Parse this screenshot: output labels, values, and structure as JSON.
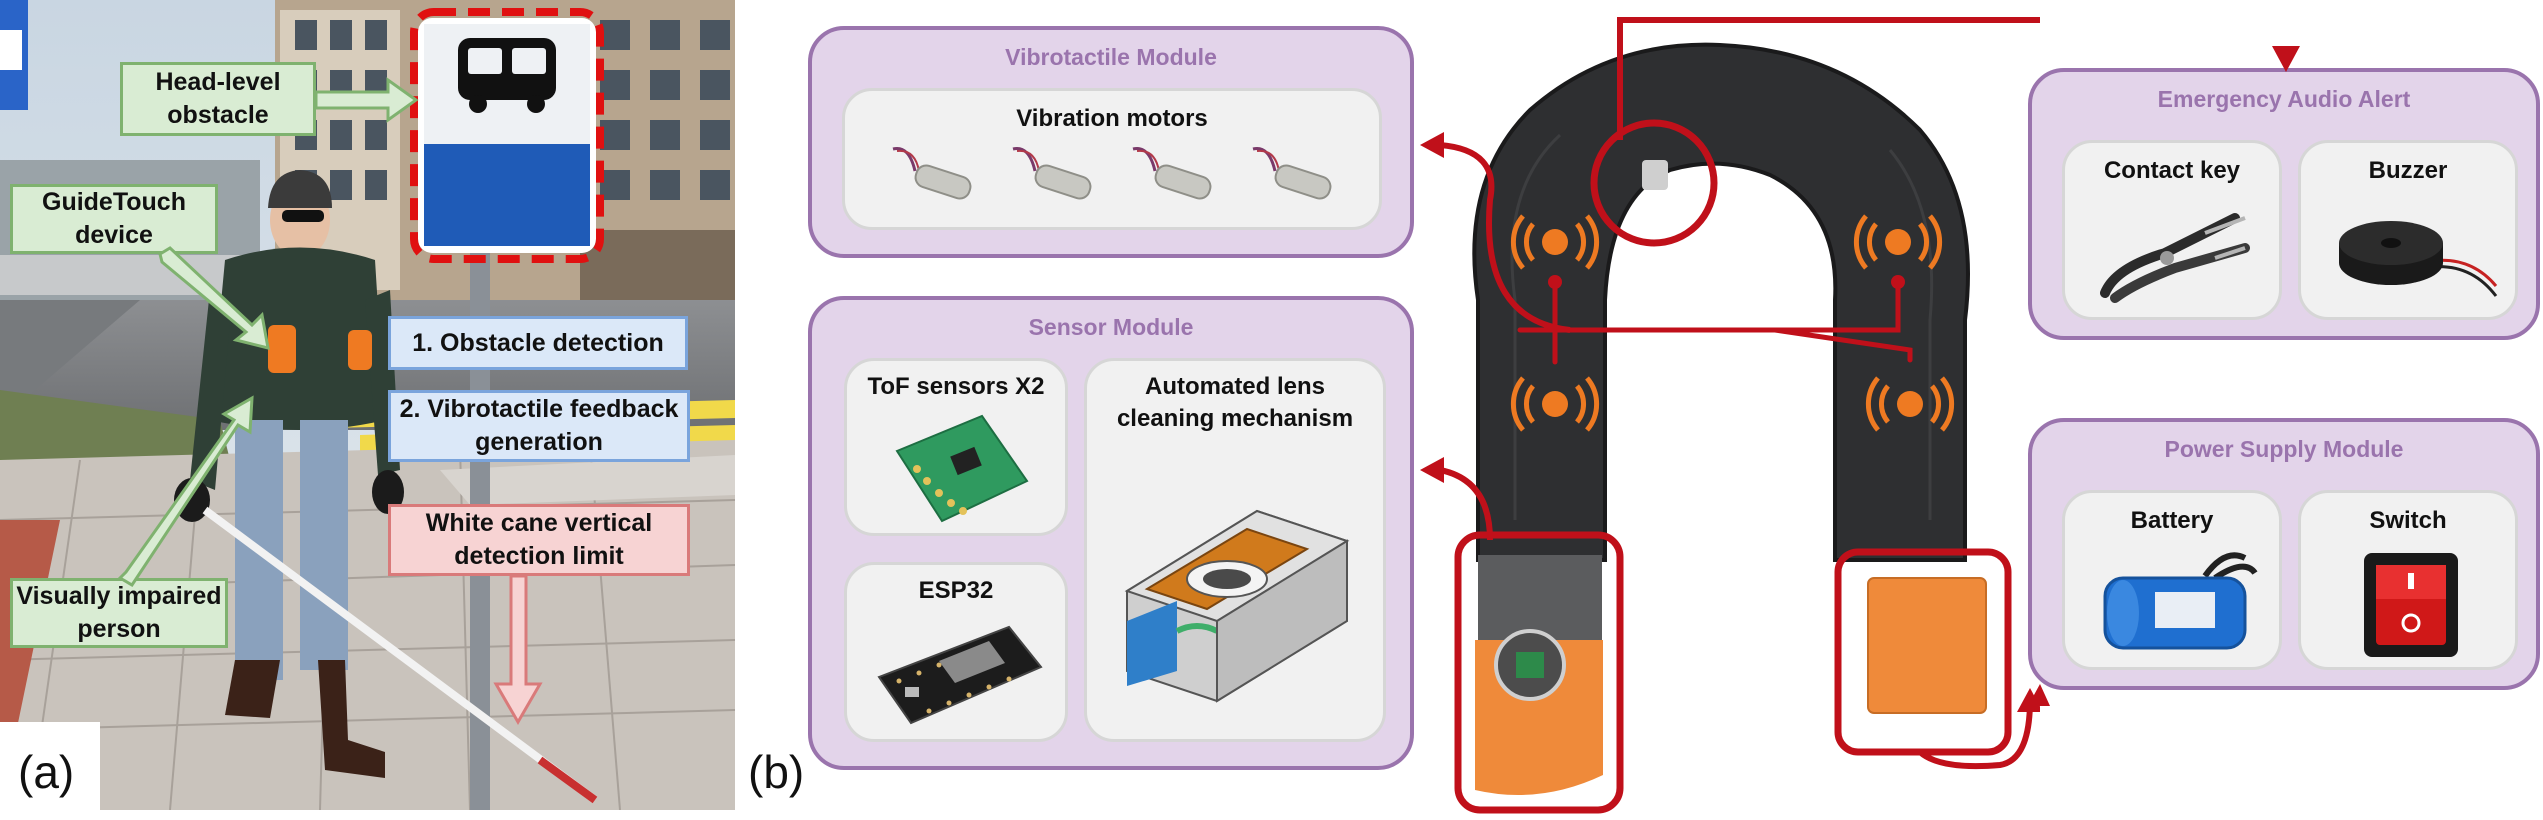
{
  "panels": {
    "a_label": "(a)",
    "b_label": "(b)"
  },
  "photo_labels": {
    "head_level": "Head-level obstacle",
    "guidetouch": "GuideTouch device",
    "impaired": "Visually impaired person",
    "obstacle_detection": "1. Obstacle detection",
    "vibro_feedback": "2. Vibrotactile feedback generation",
    "cane_limit": "White cane vertical detection limit"
  },
  "modules": {
    "vibrotactile": {
      "title": "Vibrotactile Module",
      "card_title": "Vibration motors"
    },
    "sensor": {
      "title": "Sensor Module",
      "tof": "ToF sensors X2",
      "esp": "ESP32",
      "lens": "Automated lens cleaning mechanism"
    },
    "emergency": {
      "title": "Emergency Audio Alert",
      "contact": "Contact key",
      "buzzer": "Buzzer"
    },
    "power": {
      "title": "Power Supply Module",
      "battery": "Battery",
      "switch": "Switch"
    }
  },
  "colors": {
    "module_fill": "#e3d4ea",
    "module_border": "#9a74ad",
    "arrow_red": "#c0101a",
    "vibe_orange": "#ee7a22",
    "device_orange": "#ef8a3a"
  }
}
